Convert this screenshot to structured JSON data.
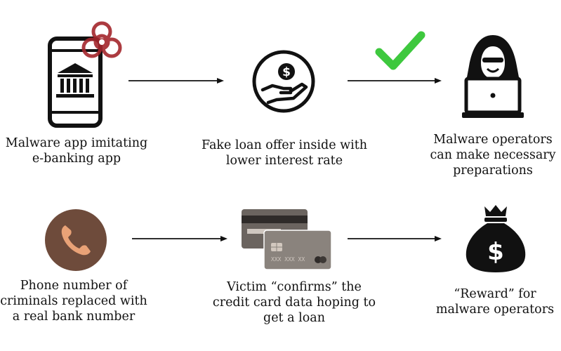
{
  "steps": [
    {
      "id": "malware-app",
      "caption": [
        "Malware app imitating",
        "e-banking app"
      ]
    },
    {
      "id": "fake-loan",
      "caption": [
        "Fake loan offer inside with",
        "lower interest rate"
      ]
    },
    {
      "id": "operators-prepare",
      "caption": [
        "Malware operators",
        "can make necessary",
        "preparations"
      ]
    },
    {
      "id": "phone-replaced",
      "caption": [
        "Phone number of",
        "criminals replaced with",
        "a real bank number"
      ]
    },
    {
      "id": "victim-confirms",
      "caption": [
        "Victim “confirms” the",
        "credit card data hoping to",
        "get a loan"
      ]
    },
    {
      "id": "reward",
      "caption": [
        "“Reward” for",
        "malware operators"
      ]
    }
  ],
  "card_front_text": "XXX  XXX  XX",
  "colors": {
    "icon": "#111111",
    "biohazard": "#a4262c",
    "check": "#3ec83e",
    "phone_circle": "#6e4b3b",
    "phone_handset": "#e9a277",
    "card_back": "#6b645f",
    "card_front": "#8a837d",
    "card_stripe": "#2f2b29",
    "chip": "#d2c8bf"
  }
}
